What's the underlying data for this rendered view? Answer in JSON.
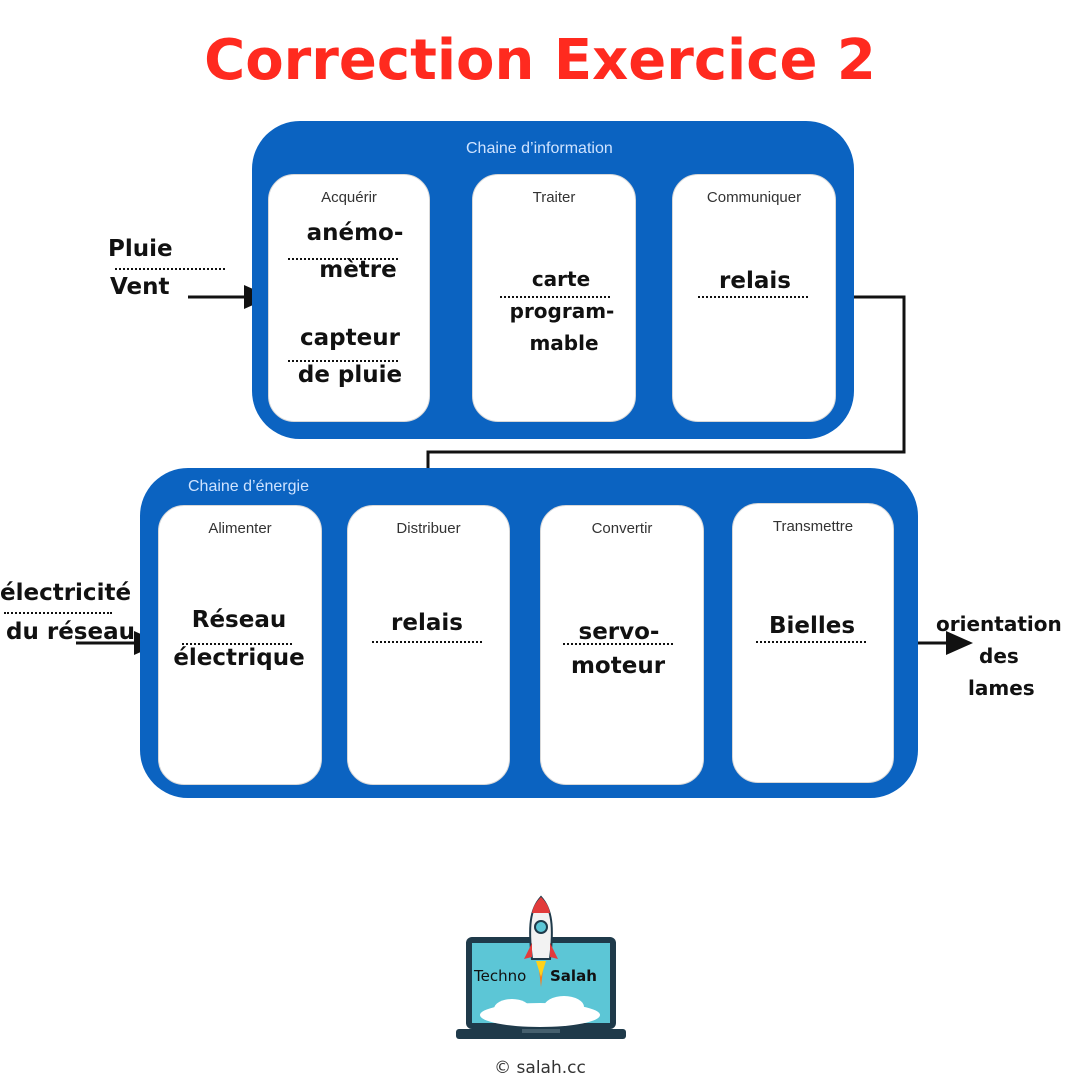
{
  "title": "Correction Exercice 2",
  "info_chain": {
    "title": "Chaine d’information",
    "boxes": [
      {
        "label": "Acquérir",
        "answer1": "anémo-",
        "answer2": "mètre",
        "answer3": "capteur",
        "answer4": "de pluie"
      },
      {
        "label": "Traiter",
        "answer1": "carte",
        "answer2": "program-",
        "answer3": "mable"
      },
      {
        "label": "Communiquer",
        "answer1": "relais"
      }
    ]
  },
  "energy_chain": {
    "title": "Chaine d’énergie",
    "boxes": [
      {
        "label": "Alimenter",
        "answer1": "Réseau",
        "answer2": "électrique"
      },
      {
        "label": "Distribuer",
        "answer1": "relais"
      },
      {
        "label": "Convertir",
        "answer1": "servo-",
        "answer2": "moteur"
      },
      {
        "label": "Transmettre",
        "answer1": "Bielles"
      }
    ]
  },
  "inputs": {
    "info_line1": "Pluie",
    "info_line2": "Vent",
    "energy_line1": "électricité",
    "energy_line2": "du réseau"
  },
  "output": {
    "line1": "orientation",
    "line2": "des",
    "line3": "lames"
  },
  "logo": {
    "word1": "Techno",
    "word2": "Salah"
  },
  "copyright": "© salah.cc",
  "colors": {
    "title": "#ff2a1f",
    "chain": "#0b63c1"
  }
}
